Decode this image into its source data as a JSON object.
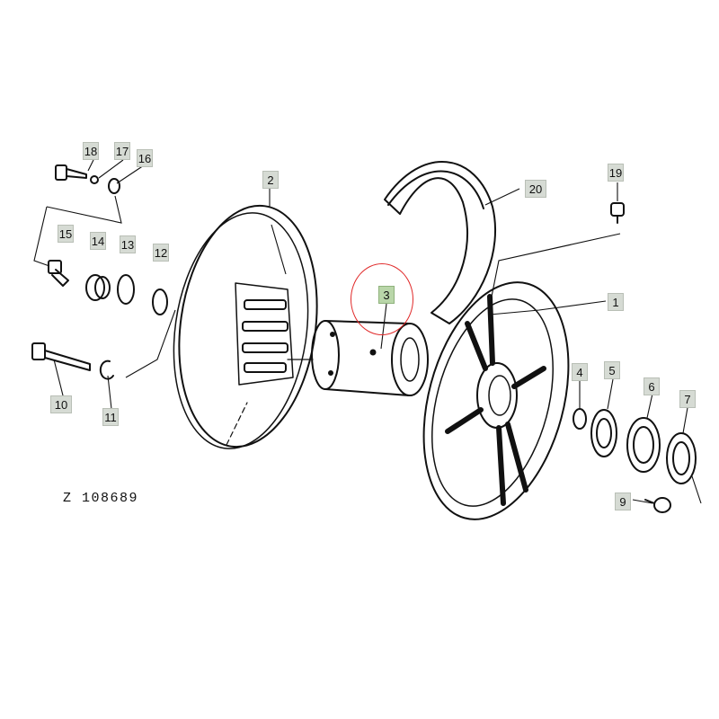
{
  "reference_code": "Z 108689",
  "highlight_color": "#e02828",
  "callouts": {
    "c1": "1",
    "c2": "2",
    "c3": "3",
    "c4": "4",
    "c5": "5",
    "c6": "6",
    "c7": "7",
    "c9": "9",
    "c10": "10",
    "c11": "11",
    "c12": "12",
    "c13": "13",
    "c14": "14",
    "c15": "15",
    "c16": "16",
    "c17": "17",
    "c18": "18",
    "c19": "19",
    "c20": "20"
  }
}
